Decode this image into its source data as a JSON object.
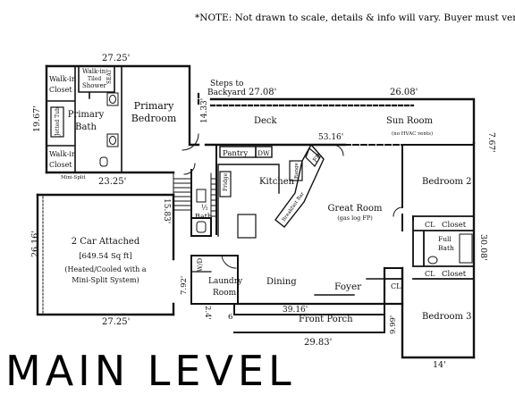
{
  "note": "*NOTE: Not drawn to scale, details & info will vary.  Buyer must verify.",
  "title": "MAIN LEVEL",
  "labels": {
    "steps_to_backyard": "Steps to",
    "steps_to_backyard_2": "Backyard",
    "primary_bedroom": "Primary",
    "primary_bedroom_2": "Bedroom",
    "primary_bath": "Primary",
    "primary_bath_2": "Bath",
    "walkin_closet_top": "Walk-in",
    "walkin_closet_top_2": "Closet",
    "walkin_closet_bottom": "Walk-in",
    "walkin_closet_bottom_2": "Closet",
    "walkin_shower": "Walk-in",
    "walkin_shower_2": "Tiled",
    "walkin_shower_3": "Shower",
    "jetted_tub": "Jetted Tub",
    "seat": "SEAT",
    "mini_split": "Mini-Split",
    "deck": "Deck",
    "sun_room": "Sun Room",
    "sun_room_sub": "(no HVAC vents)",
    "pantry": "Pantry",
    "dw": "DW",
    "kitchen": "Kitchen",
    "fridge": "Fridge",
    "range": "Range",
    "fp": "FP",
    "breakfast_bar": "Breakfast Bar",
    "great_room": "Great Room",
    "great_room_sub": "(gas log FP)",
    "bedroom2": "Bedroom 2",
    "cl_top": "CL",
    "closet_top": "Closet",
    "full_bath": "Full",
    "full_bath_2": "Bath",
    "cl_bottom": "CL",
    "closet_bottom": "Closet",
    "half_bath": "½",
    "half_bath_2": "Bath",
    "garage": "2 Car Attached",
    "garage_2": "[649.54 Sq ft]",
    "garage_3": "(Heated/Cooled with a",
    "garage_4": "Mini-Split System)",
    "wd": "W/D",
    "laundry": "Laundry",
    "laundry_2": "Room",
    "dining": "Dining",
    "foyer": "Foyer",
    "cl_foyer": "CL",
    "front_porch": "Front Porch",
    "bedroom3": "Bedroom 3"
  },
  "dimensions": {
    "d_27_25_top": "27.25'",
    "d_19_67": "19.67'",
    "d_23_25": "23.25'",
    "d_14_33": "14.33'",
    "d_27_08": "27.08'",
    "d_26_08": "26.08'",
    "d_7_67": "7.67'",
    "d_53_16": "53.16'",
    "d_15_83": "15.83'",
    "d_26_16": "26.16'",
    "d_30_08": "30.08'",
    "d_7_92": "7.92'",
    "d_2_4": "2.4'",
    "d_6": "6'",
    "d_39_16": "39.16'",
    "d_9_99": "9.99'",
    "d_29_83": "29.83'",
    "d_14": "14'",
    "d_27_25_bottom": "27.25'"
  }
}
